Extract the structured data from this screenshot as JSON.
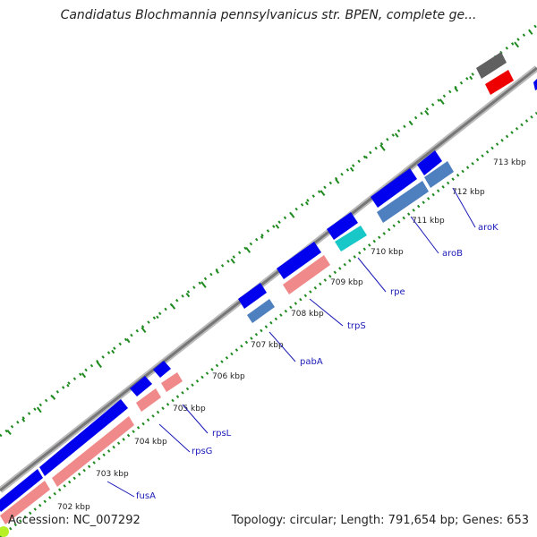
{
  "title": "Candidatus Blochmannia pennsylvanicus str. BPEN, complete ge...",
  "footer": {
    "accession": "Accession: NC_007292",
    "summary": "Topology: circular; Length: 791,654 bp; Genes: 653"
  },
  "scale": {
    "labels": [
      "702 kbp",
      "703 kbp",
      "704 kbp",
      "705 kbp",
      "706 kbp",
      "707 kbp",
      "708 kbp",
      "709 kbp",
      "710 kbp",
      "711 kbp",
      "712 kbp",
      "713 kbp"
    ]
  },
  "genes": [
    "fusA",
    "rpsG",
    "rpsL",
    "pabA",
    "trpS",
    "rpe",
    "aroB",
    "aroK"
  ],
  "colors": {
    "cds": "#0000ee",
    "rrna_pink": "#f08a8a",
    "steelblue": "#4e7fbf",
    "cyan": "#18c8c8",
    "gray_feature": "#606060",
    "red_feature": "#ee0000",
    "backbone": "#888888",
    "gc_dots": "#1f8a1f",
    "label_blue": "#1a1ab8"
  }
}
